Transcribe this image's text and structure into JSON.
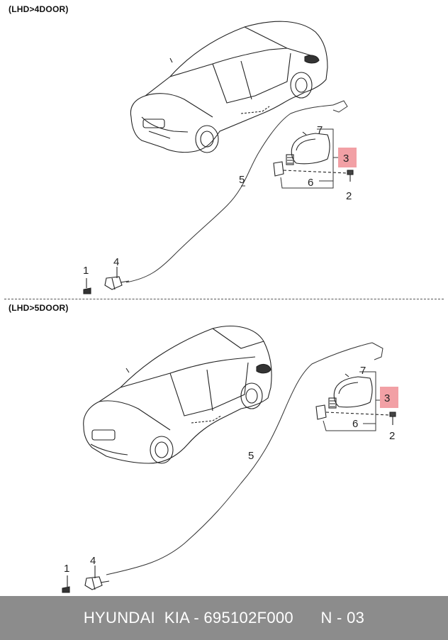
{
  "sections": [
    {
      "title": "(LHD>4DOOR)",
      "callouts": {
        "c1": "1",
        "c2": "2",
        "c3": "3",
        "c4": "4",
        "c5": "5",
        "c6": "6",
        "c7": "7"
      }
    },
    {
      "title": "(LHD>5DOOR)",
      "callouts": {
        "c1": "1",
        "c2": "2",
        "c3": "3",
        "c4": "4",
        "c5": "5",
        "c6": "6",
        "c7": "7"
      }
    }
  ],
  "highlight_color": "#f2a0a5",
  "footer": {
    "brand": "HYUNDAI  KIA - ",
    "part_number": "695102F000",
    "page_ref": "N - 03"
  }
}
